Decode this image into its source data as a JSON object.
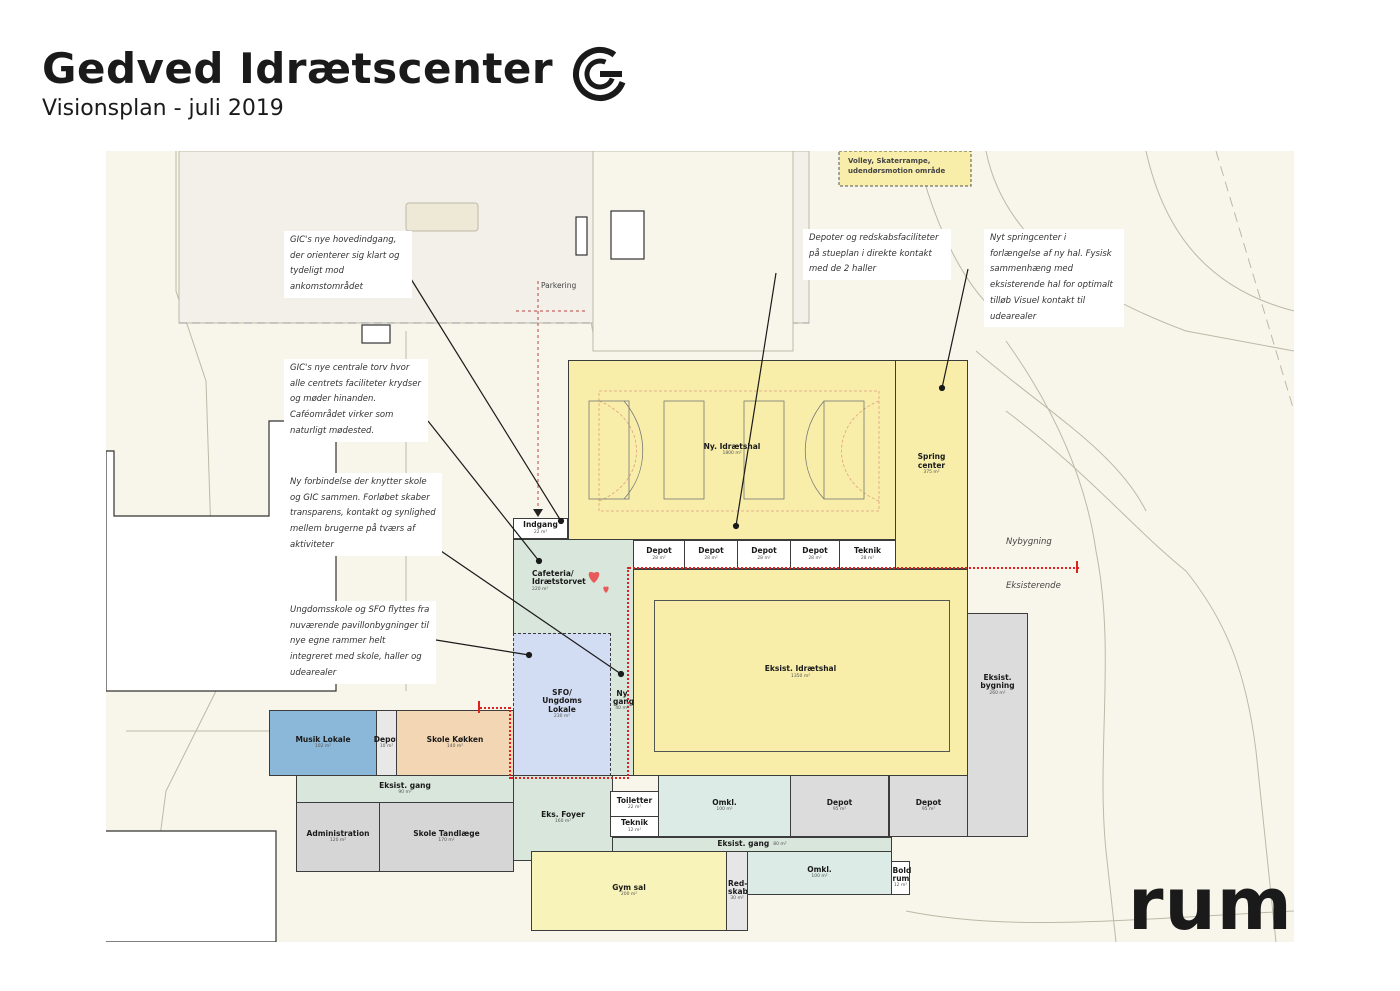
{
  "header": {
    "title": "Gedved Idrætscenter",
    "subtitle": "Visionsplan - juli 2019",
    "logo_icon": "gic-logo-icon",
    "brand": "rum"
  },
  "colors": {
    "hall_yellow": "#f8eeaa",
    "foyer_green": "#d8e6dc",
    "sfo_blue": "#d2dcf2",
    "music_blue": "#8bb8d8",
    "kitchen_orange": "#f3d6b4",
    "admin_grey": "#d6d6d6",
    "gym_yellow": "#f8f3b8",
    "annotation_red": "#d22222"
  },
  "notes": [
    "GIC's nye hovedindgang, der orienterer sig klart og tydeligt mod ankomstområdet",
    "GIC's nye centrale torv hvor alle centrets faciliteter krydser og møder hinanden. Caféområdet virker som naturligt mødested.",
    "Ny forbindelse der knytter skole og GIC sammen. Forløbet skaber transparens, kontakt og synlighed mellem brugerne på tværs af aktiviteter",
    "Ungdomsskole og SFO flyttes fra nuværende pavillonbygninger til nye egne rammer helt integreret med skole, haller og udearealer",
    "Depoter og redskabsfaciliteter på stueplan i direkte kontakt med de 2 haller",
    "Nyt springcenter i forlængelse af ny hal. Fysisk sammenhæng med eksisterende hal for optimalt tilløb Visuel kontakt til udearealer"
  ],
  "labels": {
    "volley": "Volley, Skaterrampe, udendørsmotion område",
    "parkering": "Parkering",
    "nybygning": "Nybygning",
    "eksisterende": "Eksisterende"
  },
  "rooms": {
    "ny_idraetshal": {
      "name": "Ny. Idrætshal",
      "area": "1800 m²"
    },
    "spring_center": {
      "name": "Spring center",
      "area": "375 m²"
    },
    "indgang": {
      "name": "Indgang",
      "area": "22 m²"
    },
    "depot1": {
      "name": "Depot",
      "area": "28 m²"
    },
    "depot2": {
      "name": "Depot",
      "area": "28 m²"
    },
    "depot3": {
      "name": "Depot",
      "area": "28 m²"
    },
    "depot4": {
      "name": "Depot",
      "area": "28 m²"
    },
    "teknik1": {
      "name": "Teknik",
      "area": "28 m²"
    },
    "cafeteria": {
      "name": "Cafeteria/ Idrætstorvet",
      "area": "220 m²"
    },
    "eksist_idraetshal": {
      "name": "Eksist. Idrætshal",
      "area": "1350 m²"
    },
    "eksist_bygning": {
      "name": "Eksist. bygning",
      "area": "260 m²"
    },
    "sfo": {
      "name": "SFO/ Ungdoms Lokale",
      "area": "230 m²"
    },
    "ny_gang": {
      "name": "Ny gang",
      "area": "40 m²"
    },
    "musik": {
      "name": "Musik Lokale",
      "area": "102 m²"
    },
    "depot_small": {
      "name": "Depot",
      "area": "10 m²"
    },
    "skole_koekken": {
      "name": "Skole Køkken",
      "area": "140 m²"
    },
    "eksist_gang1": {
      "name": "Eksist. gang",
      "area": "90 m²"
    },
    "eks_foyer": {
      "name": "Eks. Foyer",
      "area": "160 m²"
    },
    "toiletter": {
      "name": "Toiletter",
      "area": "22 m²"
    },
    "teknik2": {
      "name": "Teknik",
      "area": "12 m²"
    },
    "omkl1": {
      "name": "Omkl.",
      "area": "100 m²"
    },
    "depot5": {
      "name": "Depot",
      "area": "95 m²"
    },
    "depot6": {
      "name": "Depot",
      "area": "95 m²"
    },
    "administration": {
      "name": "Administration",
      "area": "120 m²"
    },
    "skole_tandlaege": {
      "name": "Skole Tandlæge",
      "area": "170 m²"
    },
    "eksist_gang2": {
      "name": "Eksist. gang",
      "area": "80 m²"
    },
    "gym_sal": {
      "name": "Gym sal",
      "area": "200 m²"
    },
    "redskab": {
      "name": "Red- skab",
      "area": "30 m²"
    },
    "omkl2": {
      "name": "Omkl.",
      "area": "100 m²"
    },
    "boldrum": {
      "name": "Bold rum",
      "area": "12 m²"
    }
  }
}
